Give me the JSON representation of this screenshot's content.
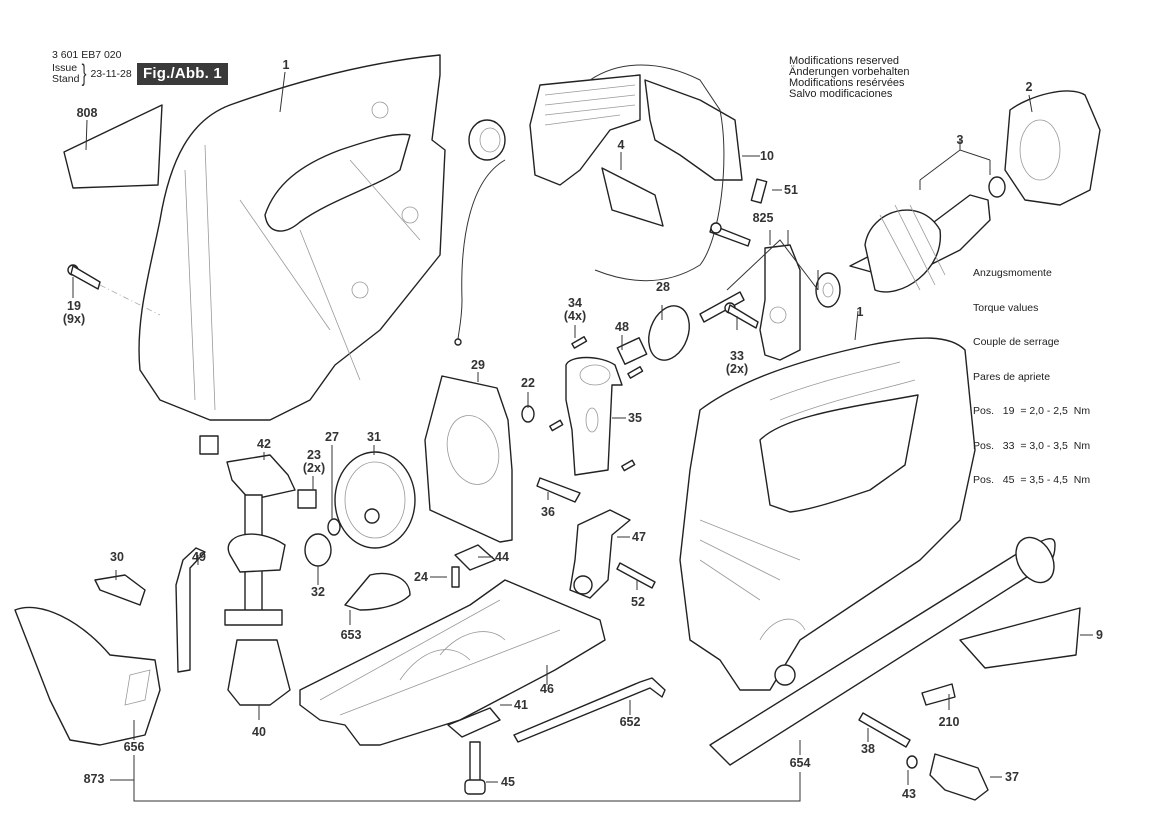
{
  "header": {
    "document_number": "3 601 EB7 020",
    "issue_label": "Issue",
    "stand_label": "Stand",
    "issue_date": "23-11-28",
    "figure_label": "Fig./Abb. 1"
  },
  "notes": {
    "lines": [
      "Modifications reserved",
      "Änderungen vorbehalten",
      "Modifications resérvées",
      "Salvo modificaciones"
    ]
  },
  "torque": {
    "title_lines": [
      "Anzugsmomente",
      "Torque values",
      "Couple de serrage",
      "Pares de apriete"
    ],
    "values": [
      {
        "prefix": "Pos.",
        "pos": "19",
        "range": "= 2,0 - 2,5",
        "unit": "Nm"
      },
      {
        "prefix": "Pos.",
        "pos": "33",
        "range": "= 3,0 - 3,5",
        "unit": "Nm"
      },
      {
        "prefix": "Pos.",
        "pos": "45",
        "range": "= 3,5 - 4,5",
        "unit": "Nm"
      }
    ]
  },
  "parts": [
    {
      "id": "p1a",
      "number": "1",
      "qty": ""
    },
    {
      "id": "p808",
      "number": "808",
      "qty": ""
    },
    {
      "id": "p19",
      "number": "19",
      "qty": "(9x)"
    },
    {
      "id": "p4",
      "number": "4",
      "qty": ""
    },
    {
      "id": "p10",
      "number": "10",
      "qty": ""
    },
    {
      "id": "p51",
      "number": "51",
      "qty": ""
    },
    {
      "id": "p825",
      "number": "825",
      "qty": ""
    },
    {
      "id": "p2",
      "number": "2",
      "qty": ""
    },
    {
      "id": "p3",
      "number": "3",
      "qty": ""
    },
    {
      "id": "p34",
      "number": "34",
      "qty": "(4x)"
    },
    {
      "id": "p28",
      "number": "28",
      "qty": ""
    },
    {
      "id": "p48",
      "number": "48",
      "qty": ""
    },
    {
      "id": "p33",
      "number": "33",
      "qty": "(2x)"
    },
    {
      "id": "p1b",
      "number": "1",
      "qty": ""
    },
    {
      "id": "p29",
      "number": "29",
      "qty": ""
    },
    {
      "id": "p22",
      "number": "22",
      "qty": ""
    },
    {
      "id": "p35",
      "number": "35",
      "qty": ""
    },
    {
      "id": "p42",
      "number": "42",
      "qty": ""
    },
    {
      "id": "p27",
      "number": "27",
      "qty": ""
    },
    {
      "id": "p31",
      "number": "31",
      "qty": ""
    },
    {
      "id": "p23",
      "number": "23",
      "qty": "(2x)"
    },
    {
      "id": "p36",
      "number": "36",
      "qty": ""
    },
    {
      "id": "p47",
      "number": "47",
      "qty": ""
    },
    {
      "id": "p49",
      "number": "49",
      "qty": ""
    },
    {
      "id": "p44",
      "number": "44",
      "qty": ""
    },
    {
      "id": "p30",
      "number": "30",
      "qty": ""
    },
    {
      "id": "p24",
      "number": "24",
      "qty": ""
    },
    {
      "id": "p32",
      "number": "32",
      "qty": ""
    },
    {
      "id": "p52",
      "number": "52",
      "qty": ""
    },
    {
      "id": "p653",
      "number": "653",
      "qty": ""
    },
    {
      "id": "p9",
      "number": "9",
      "qty": ""
    },
    {
      "id": "p46",
      "number": "46",
      "qty": ""
    },
    {
      "id": "p41",
      "number": "41",
      "qty": ""
    },
    {
      "id": "p40",
      "number": "40",
      "qty": ""
    },
    {
      "id": "p652",
      "number": "652",
      "qty": ""
    },
    {
      "id": "p210",
      "number": "210",
      "qty": ""
    },
    {
      "id": "p656",
      "number": "656",
      "qty": ""
    },
    {
      "id": "p38",
      "number": "38",
      "qty": ""
    },
    {
      "id": "p654",
      "number": "654",
      "qty": ""
    },
    {
      "id": "p37",
      "number": "37",
      "qty": ""
    },
    {
      "id": "p873",
      "number": "873",
      "qty": ""
    },
    {
      "id": "p45",
      "number": "45",
      "qty": ""
    },
    {
      "id": "p43",
      "number": "43",
      "qty": ""
    }
  ]
}
